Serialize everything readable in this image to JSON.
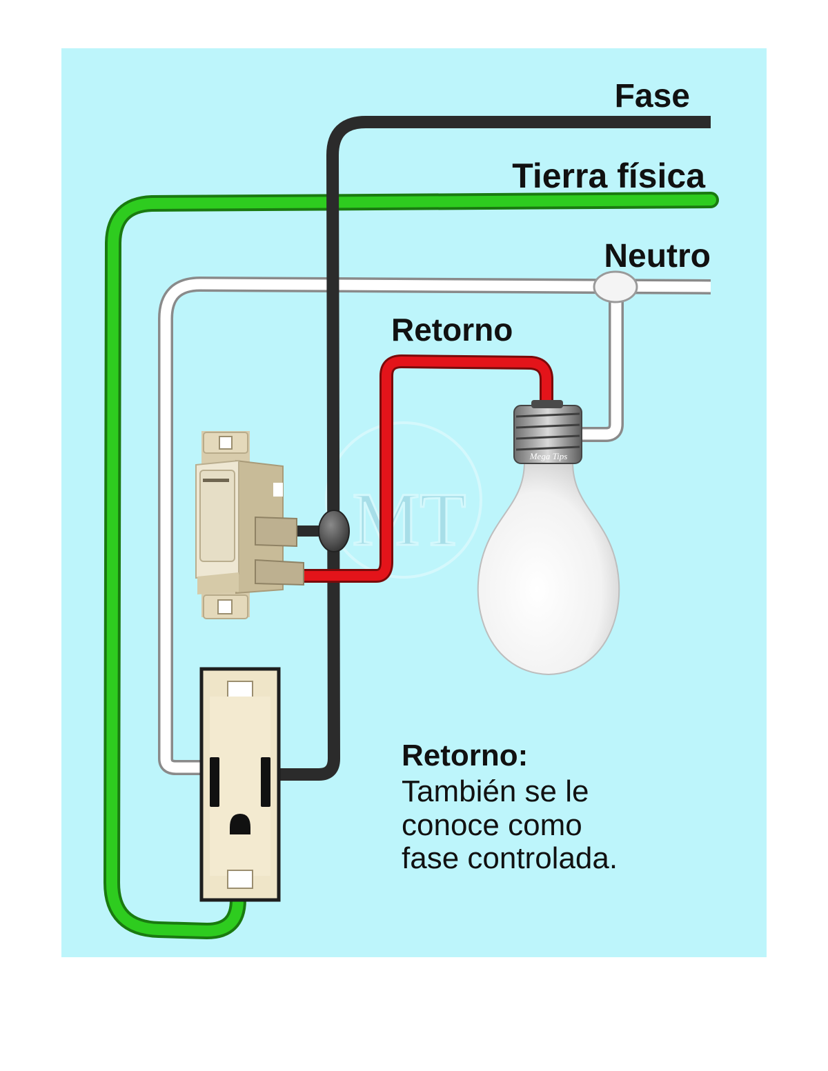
{
  "labels": {
    "fase": "Fase",
    "tierra": "Tierra física",
    "neutro": "Neutro",
    "retorno": "Retorno"
  },
  "note": {
    "title": "Retorno:",
    "lines": [
      "También se le",
      "conoce como",
      "fase controlada."
    ]
  },
  "watermark": {
    "monogram": "MT",
    "brand": "Mega Tips"
  },
  "colors": {
    "background": "#bdf5fb",
    "fase_wire": "#2b2b2b",
    "tierra_wire": "#2ecc1f",
    "neutro_wire": "#ffffff",
    "retorno_wire": "#e3141a",
    "device_body": "#ece3c6"
  },
  "components": [
    "switch",
    "outlet",
    "light-bulb",
    "neutral-junction",
    "phase-junction"
  ]
}
